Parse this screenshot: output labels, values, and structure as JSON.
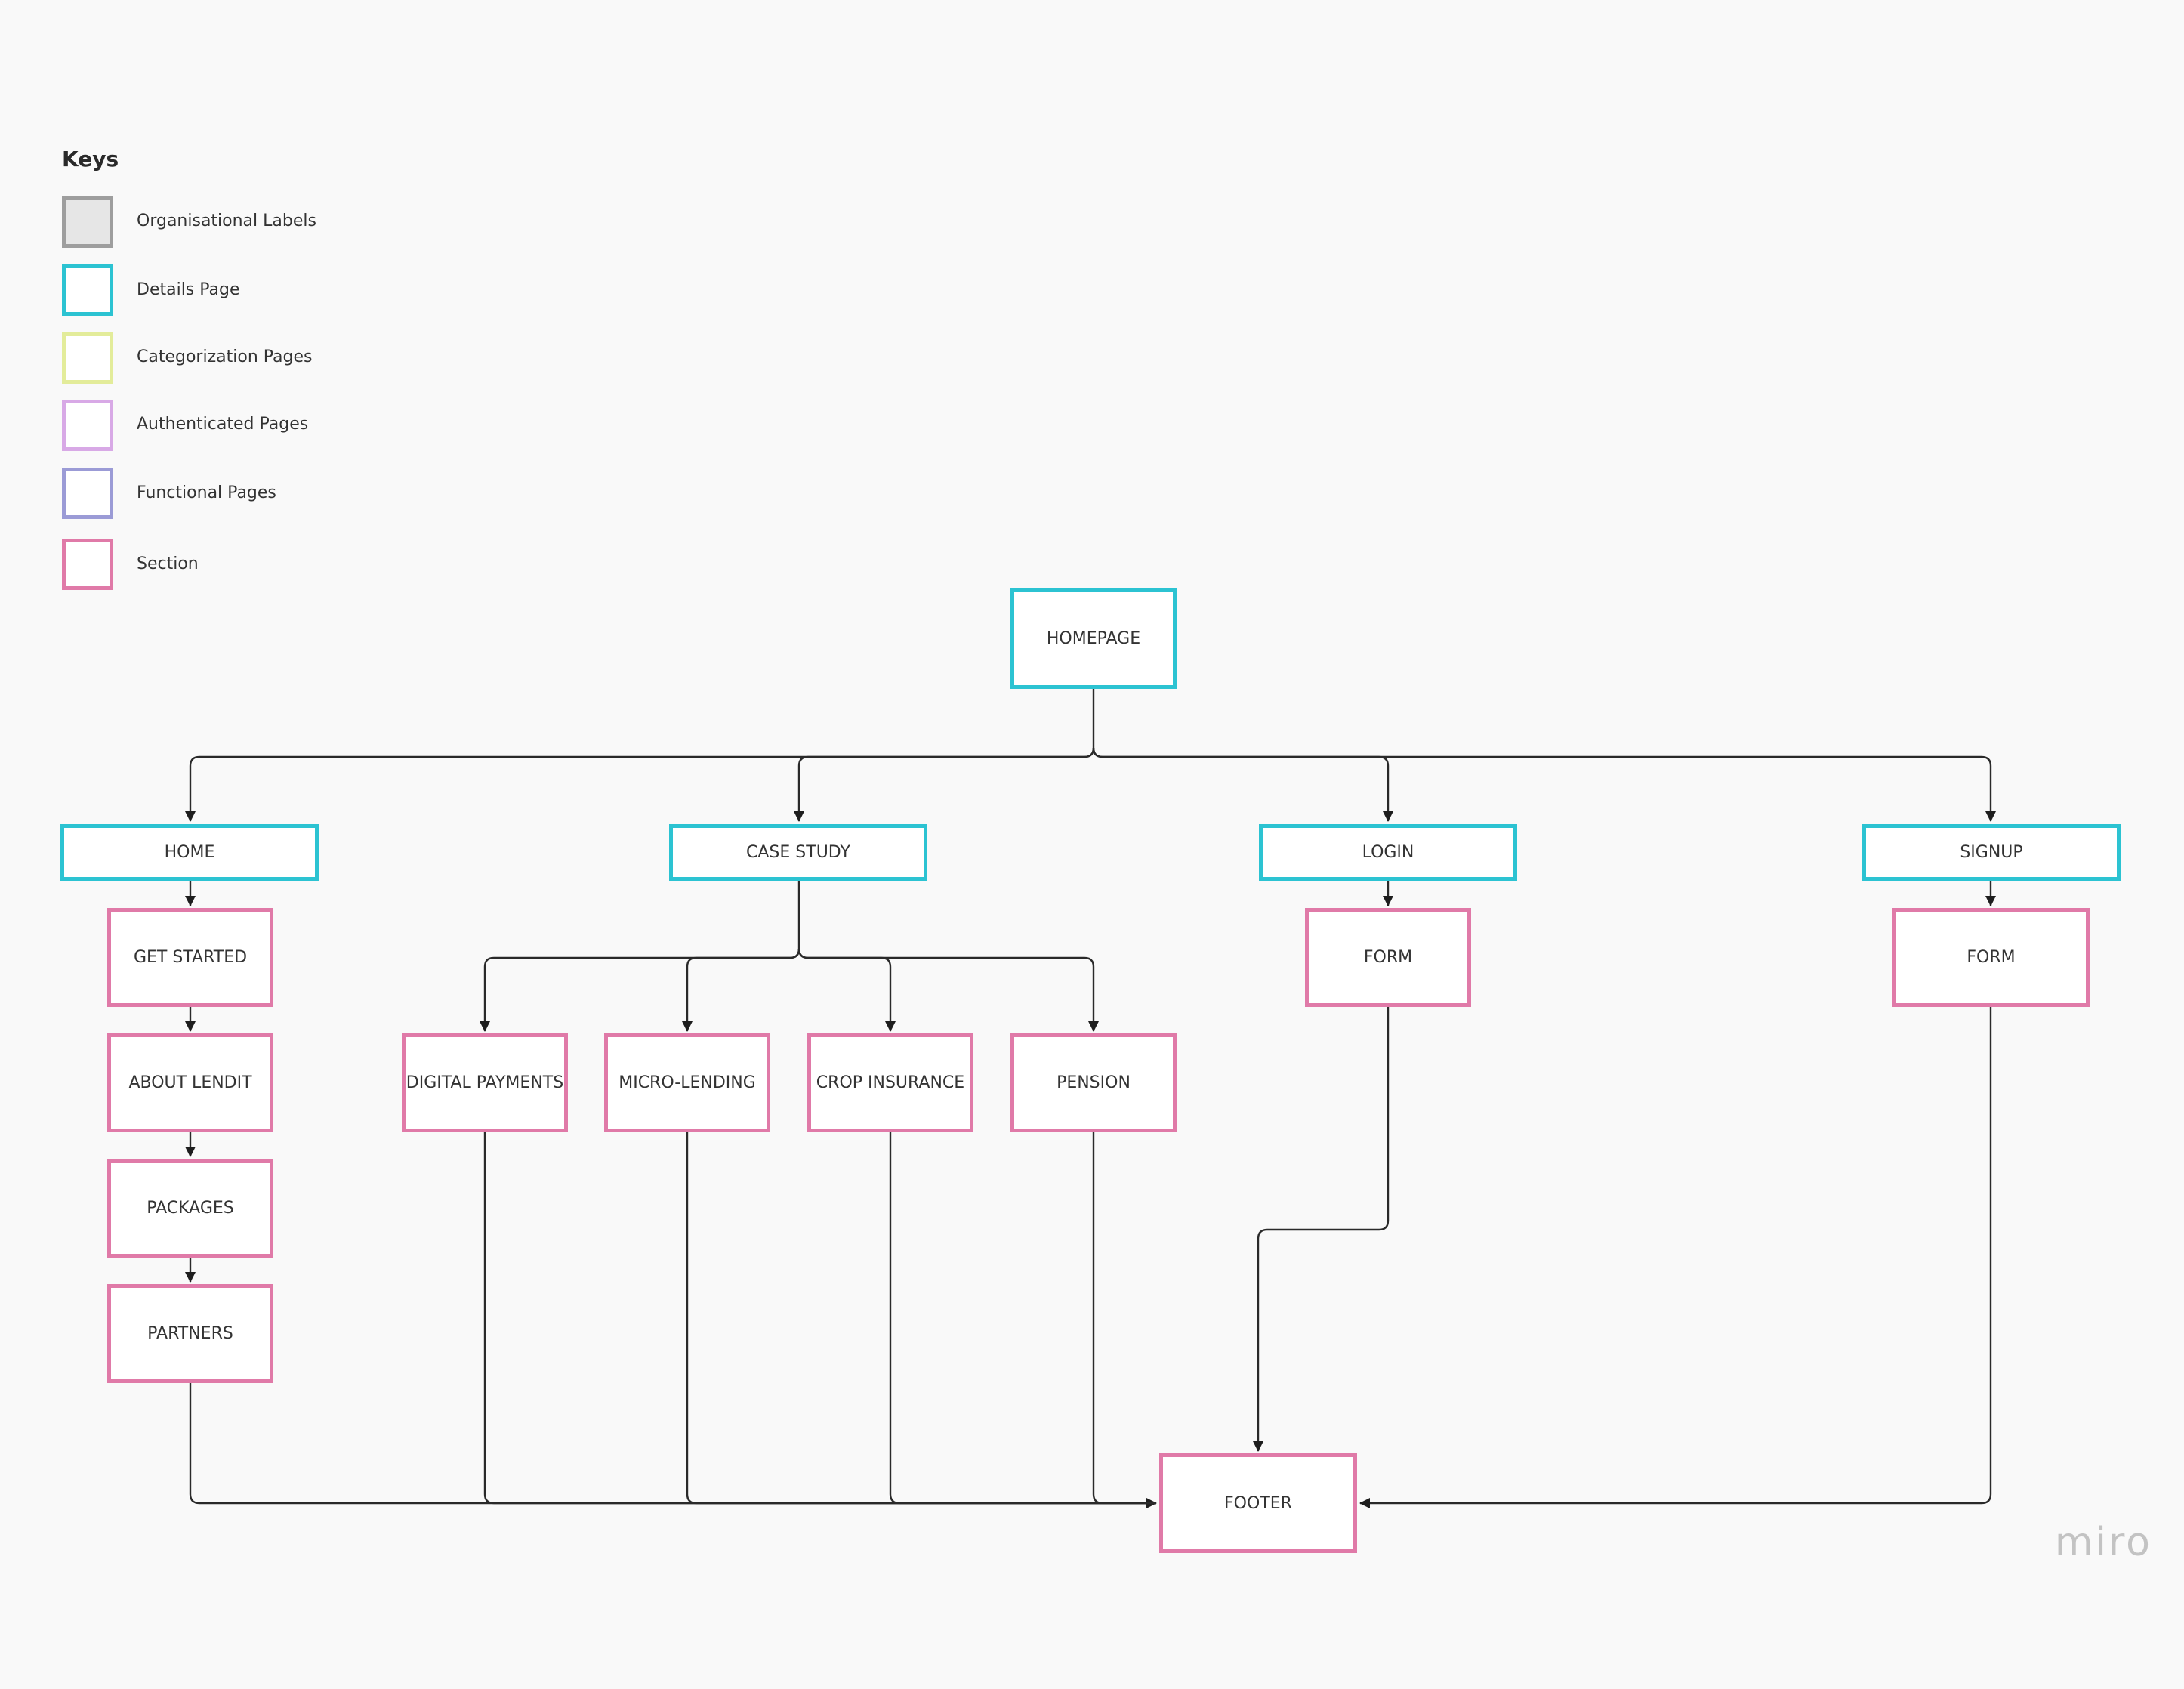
{
  "legend": {
    "title": "Keys",
    "items": [
      {
        "label": "Organisational Labels",
        "border": "#9e9e9e",
        "fill": "#e6e6e6"
      },
      {
        "label": "Details Page",
        "border": "#2cc3d2",
        "fill": "#ffffff"
      },
      {
        "label": "Categorization Pages",
        "border": "#e3ec9a",
        "fill": "#ffffff"
      },
      {
        "label": "Authenticated Pages",
        "border": "#d8a9e6",
        "fill": "#ffffff"
      },
      {
        "label": "Functional Pages",
        "border": "#9b9bd6",
        "fill": "#ffffff"
      },
      {
        "label": "Section",
        "border": "#e07aa8",
        "fill": "#ffffff"
      }
    ]
  },
  "nodes": {
    "homepage": "HOMEPAGE",
    "home": "HOME",
    "case_study": "CASE STUDY",
    "login": "LOGIN",
    "signup": "SIGNUP",
    "get_started": "GET STARTED",
    "about_lendit": "ABOUT LENDIT",
    "packages": "PACKAGES",
    "partners": "PARTNERS",
    "digital_payments": "DIGITAL PAYMENTS",
    "micro_lending": "MICRO-LENDING",
    "crop_insurance": "CROP INSURANCE",
    "pension": "PENSION",
    "login_form": "FORM",
    "signup_form": "FORM",
    "footer": "FOOTER"
  },
  "connections": [
    {
      "from": "HOMEPAGE",
      "to": "HOME"
    },
    {
      "from": "HOMEPAGE",
      "to": "CASE STUDY"
    },
    {
      "from": "HOMEPAGE",
      "to": "LOGIN"
    },
    {
      "from": "HOMEPAGE",
      "to": "SIGNUP"
    },
    {
      "from": "HOME",
      "to": "GET STARTED"
    },
    {
      "from": "GET STARTED",
      "to": "ABOUT LENDIT"
    },
    {
      "from": "ABOUT LENDIT",
      "to": "PACKAGES"
    },
    {
      "from": "PACKAGES",
      "to": "PARTNERS"
    },
    {
      "from": "CASE STUDY",
      "to": "DIGITAL PAYMENTS"
    },
    {
      "from": "CASE STUDY",
      "to": "MICRO-LENDING"
    },
    {
      "from": "CASE STUDY",
      "to": "CROP INSURANCE"
    },
    {
      "from": "CASE STUDY",
      "to": "PENSION"
    },
    {
      "from": "LOGIN",
      "to": "FORM"
    },
    {
      "from": "SIGNUP",
      "to": "FORM"
    },
    {
      "from": "PARTNERS",
      "to": "FOOTER"
    },
    {
      "from": "DIGITAL PAYMENTS",
      "to": "FOOTER"
    },
    {
      "from": "MICRO-LENDING",
      "to": "FOOTER"
    },
    {
      "from": "CROP INSURANCE",
      "to": "FOOTER"
    },
    {
      "from": "PENSION",
      "to": "FOOTER"
    },
    {
      "from": "FORM",
      "to": "FOOTER"
    },
    {
      "from": "FORM",
      "to": "FOOTER"
    }
  ],
  "brand": "miro"
}
